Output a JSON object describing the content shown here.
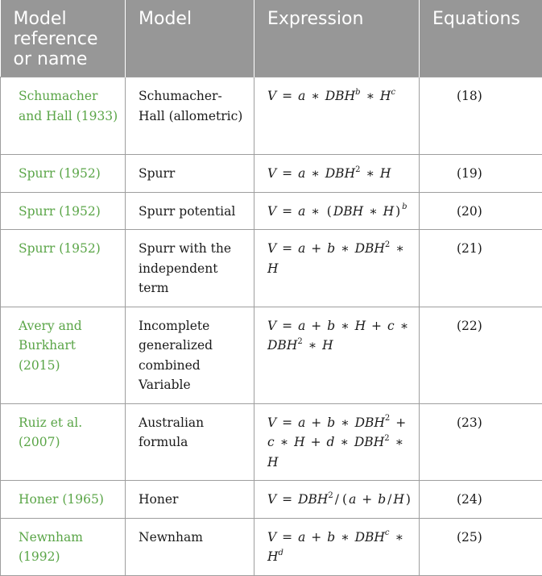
{
  "headers": {
    "ref": "Model reference or name",
    "model": "Model",
    "expression": "Expression",
    "equations": "Equations"
  },
  "rows": [
    {
      "ref": "Schumacher and Hall (1933)",
      "model": "Schumacher-Hall (allometric)",
      "expression": "V = a * DBH^b * H^c",
      "eq": "(18)"
    },
    {
      "ref": "Spurr (1952)",
      "model": "Spurr",
      "expression": "V = a * DBH^2 * H",
      "eq": "(19)"
    },
    {
      "ref": "Spurr (1952)",
      "model": "Spurr potential",
      "expression": "V = a * (DBH * H)^b",
      "eq": "(20)"
    },
    {
      "ref": "Spurr (1952)",
      "model": "Spurr with the independent term",
      "expression": "V = a + b * DBH^2 * H",
      "eq": "(21)"
    },
    {
      "ref": "Avery and Burkhart (2015)",
      "model": "Incomplete generalized combined Variable",
      "expression": "V = a + b * H + c * DBH^2 * H",
      "eq": "(22)"
    },
    {
      "ref": "Ruiz et al. (2007)",
      "model": "Australian formula",
      "expression": "V = a + b * DBH^2 + c * H + d * DBH^2 * H",
      "eq": "(23)"
    },
    {
      "ref": "Honer (1965)",
      "model": "Honer",
      "expression": "V = DBH^2/(a + b/H)",
      "eq": "(24)"
    },
    {
      "ref": "Newnham (1992)",
      "model": "Newnham",
      "expression": "V = a + b * DBH^c * H^d",
      "eq": "(25)"
    }
  ]
}
